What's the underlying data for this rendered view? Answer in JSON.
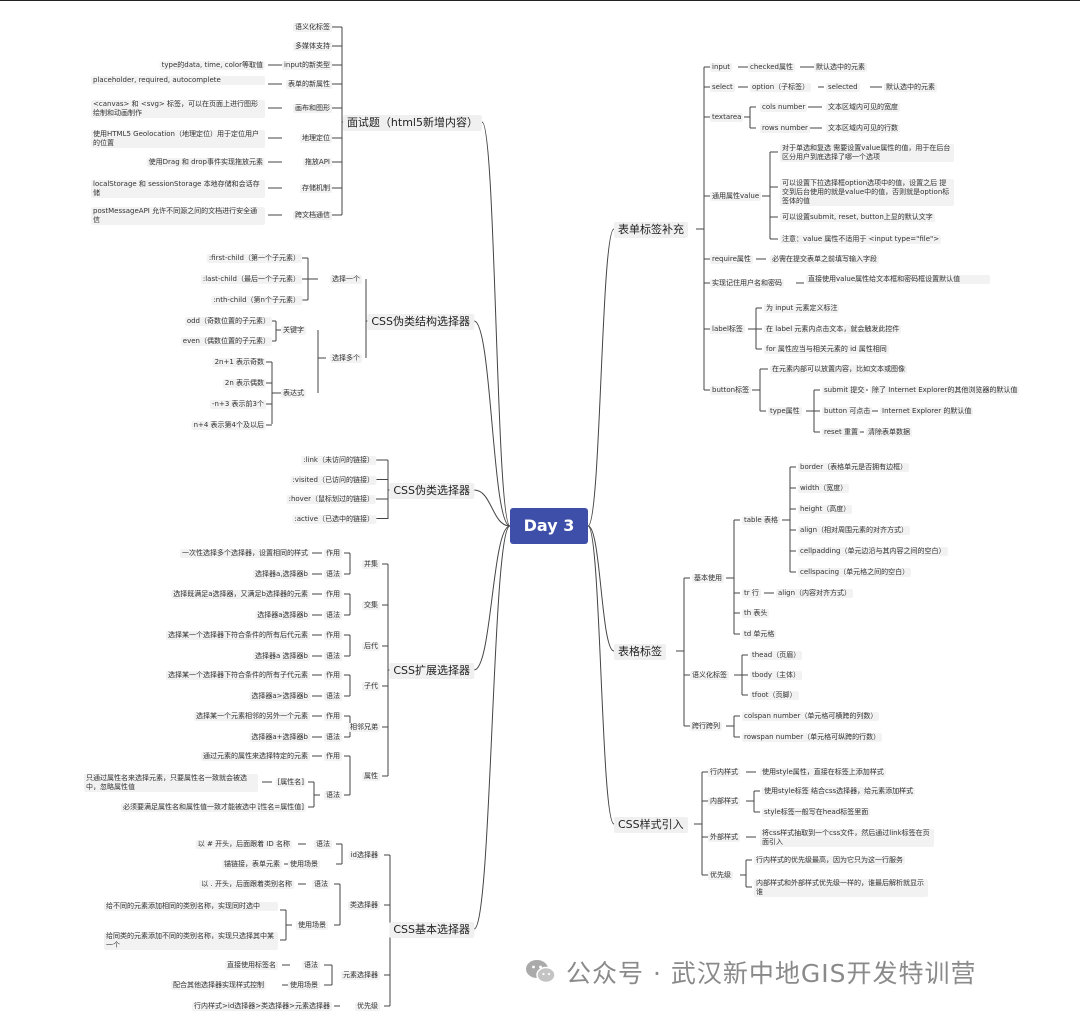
{
  "root": "Day 3",
  "watermark": "公众号 · 武汉新中地GIS开发特训营",
  "branches": {
    "html5": {
      "label": "面试题（html5新增内容）",
      "items": [
        {
          "label": "语义化标签"
        },
        {
          "label": "多媒体支持"
        },
        {
          "label": "input的新类型",
          "detail": "type的data, time, color等取值"
        },
        {
          "label": "表单的新属性",
          "detail": "placeholder, required, autocomplete"
        },
        {
          "label": "画布和图形",
          "detail": "<canvas> 和 <svg> 标签，可以在页面上进行图形绘制和动画制作"
        },
        {
          "label": "地理定位",
          "detail": "使用HTML5 Geolocation（地理定位）用于定位用户的位置"
        },
        {
          "label": "拖放API",
          "detail": "使用Drag 和 drop事件实现拖放元素"
        },
        {
          "label": "存储机制",
          "detail": "localStorage 和 sessionStorage 本地存储和会话存储"
        },
        {
          "label": "跨文档通信",
          "detail": "postMessageAPI 允许不同源之间的文档进行安全通信"
        }
      ]
    },
    "structural": {
      "label": "CSS伪类结构选择器",
      "select_one": {
        "label": "选择一个",
        "items": [
          ":first-child（第一个子元素）",
          ":last-child（最后一个子元素）",
          ":nth-child（第n个子元素）"
        ]
      },
      "select_many": {
        "label": "选择多个",
        "keyword": {
          "label": "关键字",
          "items": [
            "odd（奇数位置的子元素）",
            "even（偶数位置的子元素）"
          ]
        },
        "formula": {
          "label": "表达式",
          "items": [
            "2n+1 表示奇数",
            "2n 表示偶数",
            "-n+3 表示前3个",
            "n+4 表示第4个及以后"
          ]
        }
      }
    },
    "pseudo": {
      "label": "CSS伪类选择器",
      "items": [
        ":link（未访问的链接）",
        ":visited（已访问的链接）",
        ":hover（鼠标划过的链接）",
        ":active（已选中的链接）"
      ]
    },
    "extended": {
      "label": "CSS扩展选择器",
      "groups": [
        {
          "label": "并集",
          "effect_label": "作用",
          "effect": "一次性选择多个选择器，设置相同的样式",
          "syntax_label": "语法",
          "syntax": "选择器a,选择器b"
        },
        {
          "label": "交集",
          "effect_label": "作用",
          "effect": "选择既满足a选择器，又满足b选择器的元素",
          "syntax_label": "语法",
          "syntax": "选择器a选择器b"
        },
        {
          "label": "后代",
          "effect_label": "作用",
          "effect": "选择某一个选择器下符合条件的所有后代元素",
          "syntax_label": "语法",
          "syntax": "选择器a 选择器b"
        },
        {
          "label": "子代",
          "effect_label": "作用",
          "effect": "选择某一个选择器下符合条件的所有子代元素",
          "syntax_label": "语法",
          "syntax": "选择器a>选择器b"
        },
        {
          "label": "相邻兄弟",
          "effect_label": "作用",
          "effect": "选择某一个元素相邻的另外一个元素",
          "syntax_label": "语法",
          "syntax": "选择器a+选择器b"
        }
      ],
      "attr": {
        "label": "属性",
        "effect_label": "作用",
        "effect": "通过元素的属性来选择特定的元素",
        "syntax_label": "语法",
        "syntax_items": [
          {
            "label": "[属性名]",
            "detail": "只通过属性名来选择元素，只要属性名一致就会被选中，忽略属性值"
          },
          {
            "label": "[属性名=属性值]",
            "detail": "必须要满足属性名和属性值一致才能被选中"
          }
        ]
      }
    },
    "basic": {
      "label": "CSS基本选择器",
      "id": {
        "label": "id选择器",
        "syntax_label": "语法",
        "syntax": "以 # 开头，后面跟着 ID 名称",
        "scene_label": "使用场景",
        "scene": "锚链接，表单元素"
      },
      "class": {
        "label": "类选择器",
        "syntax_label": "语法",
        "syntax": "以 . 开头，后面跟着类别名称",
        "scene_label": "使用场景",
        "scenes": [
          "给不同的元素添加相同的类别名称，实现同时选中",
          "给同类的元素添加不同的类别名称，实现只选择其中某一个"
        ]
      },
      "element": {
        "label": "元素选择器",
        "syntax_label": "语法",
        "syntax": "直接使用标签名",
        "scene_label": "使用场景",
        "scene": "配合其他选择器实现样式控制"
      },
      "priority": {
        "label": "优先级",
        "detail": "行内样式>id选择器>类选择器>元素选择器"
      }
    },
    "form": {
      "label": "表单标签补充",
      "input": {
        "label": "input",
        "attr": "checked属性",
        "detail": "默认选中的元素"
      },
      "select": {
        "label": "select",
        "attr": "option（子标签）",
        "attr2": "selected",
        "detail": "默认选中的元素"
      },
      "textarea": {
        "label": "textarea",
        "items": [
          {
            "attr": "cols number",
            "detail": "文本区域内可见的宽度"
          },
          {
            "attr": "rows number",
            "detail": "文本区域内可见的行数"
          }
        ]
      },
      "value": {
        "label": "通用属性value",
        "items": [
          "对于单选和复选 需要设置value属性的值，用于在后台区分用户到底选择了哪一个选项",
          "可以设置下拉选择框option选项中的值，设置之后 提交到后台使用的就是value中的值，否则就是option标签体的值",
          "可以设置submit, reset, button上显的默认文字",
          "注意：value 属性不适用于 <input type=\"file\">"
        ]
      },
      "require": {
        "label": "require属性",
        "detail": "必需在提交表单之前填写输入字段"
      },
      "autofill": {
        "label": "实现记住用户名和密码",
        "detail": "直接使用value属性给文本框和密码框设置默认值"
      },
      "label_tag": {
        "label": "label标签",
        "items": [
          "为 input 元素定义标注",
          "在 label 元素内点击文本，就会触发此控件",
          "for 属性应当与相关元素的 id 属性相同"
        ]
      },
      "button": {
        "label": "button标签",
        "note": "在元素内部可以放置内容，比如文本或图像",
        "type_label": "type属性",
        "types": [
          {
            "label": "submit 提交",
            "detail": "除了 Internet Explorer的其他浏览器的默认值"
          },
          {
            "label": "button 可点击",
            "detail": "Internet Explorer 的默认值"
          },
          {
            "label": "reset 重置",
            "detail": "清除表单数据"
          }
        ]
      }
    },
    "table": {
      "label": "表格标签",
      "basic": {
        "label": "基本使用",
        "table": {
          "label": "table 表格",
          "items": [
            "border（表格单元是否拥有边框）",
            "width（宽度）",
            "height（高度）",
            "align（相对周围元素的对齐方式）",
            "cellpadding（单元边沿与其内容之间的空白）",
            "cellspacing（单元格之间的空白）"
          ]
        },
        "tr": {
          "label": "tr 行",
          "detail": "align（内容对齐方式）"
        },
        "th": "th 表头",
        "td": "td 单元格"
      },
      "semantic": {
        "label": "语义化标签",
        "items": [
          "thead（页眉）",
          "tbody（主体）",
          "tfoot（页脚）"
        ]
      },
      "span": {
        "label": "跨行跨列",
        "items": [
          "colspan number（单元格可横跨的列数）",
          "rowspan number（单元格可纵跨的行数）"
        ]
      }
    },
    "styleimport": {
      "label": "CSS样式引入",
      "inline": {
        "label": "行内样式",
        "detail": "使用style属性，直接在标签上添加样式"
      },
      "internal": {
        "label": "内部样式",
        "items": [
          "使用style标签 结合css选择器，给元素添加样式",
          "style标签一般写在head标签里面"
        ]
      },
      "external": {
        "label": "外部样式",
        "detail": "将css样式抽取到一个css文件，然后通过link标签在页面引入"
      },
      "priority": {
        "label": "优先级",
        "items": [
          "行内样式的优先级最高，因为它只为这一行服务",
          "内部样式和外部样式优先级一样的，谁最后解析就显示谁"
        ]
      }
    }
  }
}
